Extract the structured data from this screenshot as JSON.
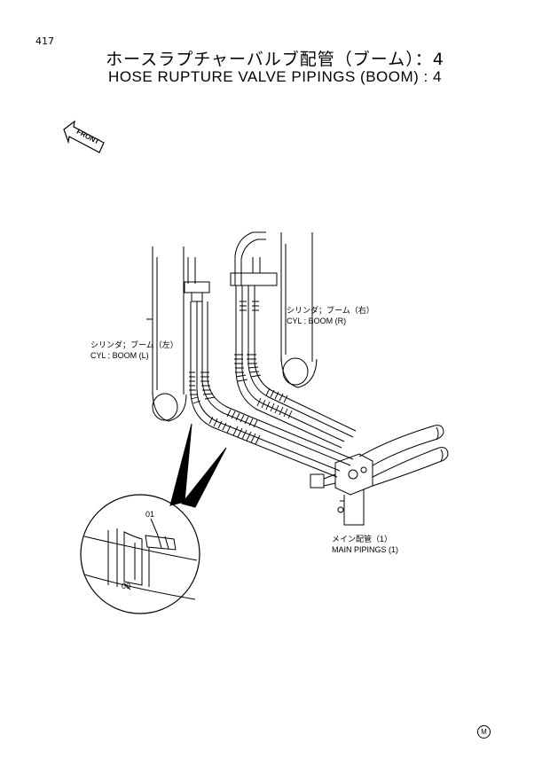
{
  "page": {
    "number": "417"
  },
  "title": {
    "jp": "ホースラプチャーバルブ配管（ブーム）：4",
    "en": "HOSE RUPTURE VALVE PIPINGS (BOOM) : 4"
  },
  "front_arrow": {
    "label": "FRONT"
  },
  "callouts": {
    "cyl_boom_r": {
      "jp": "シリンダ；ブーム（右）",
      "en": "CYL ; BOOM (R)"
    },
    "cyl_boom_l": {
      "jp": "シリンダ；ブーム（左）",
      "en": "CYL ; BOOM (L)"
    },
    "main_pipings": {
      "jp": "メイン配管（1）",
      "en": "MAIN PIPINGS (1)"
    }
  },
  "detail": {
    "part_01": "01",
    "part_00": "00"
  },
  "corner_mark": "M"
}
